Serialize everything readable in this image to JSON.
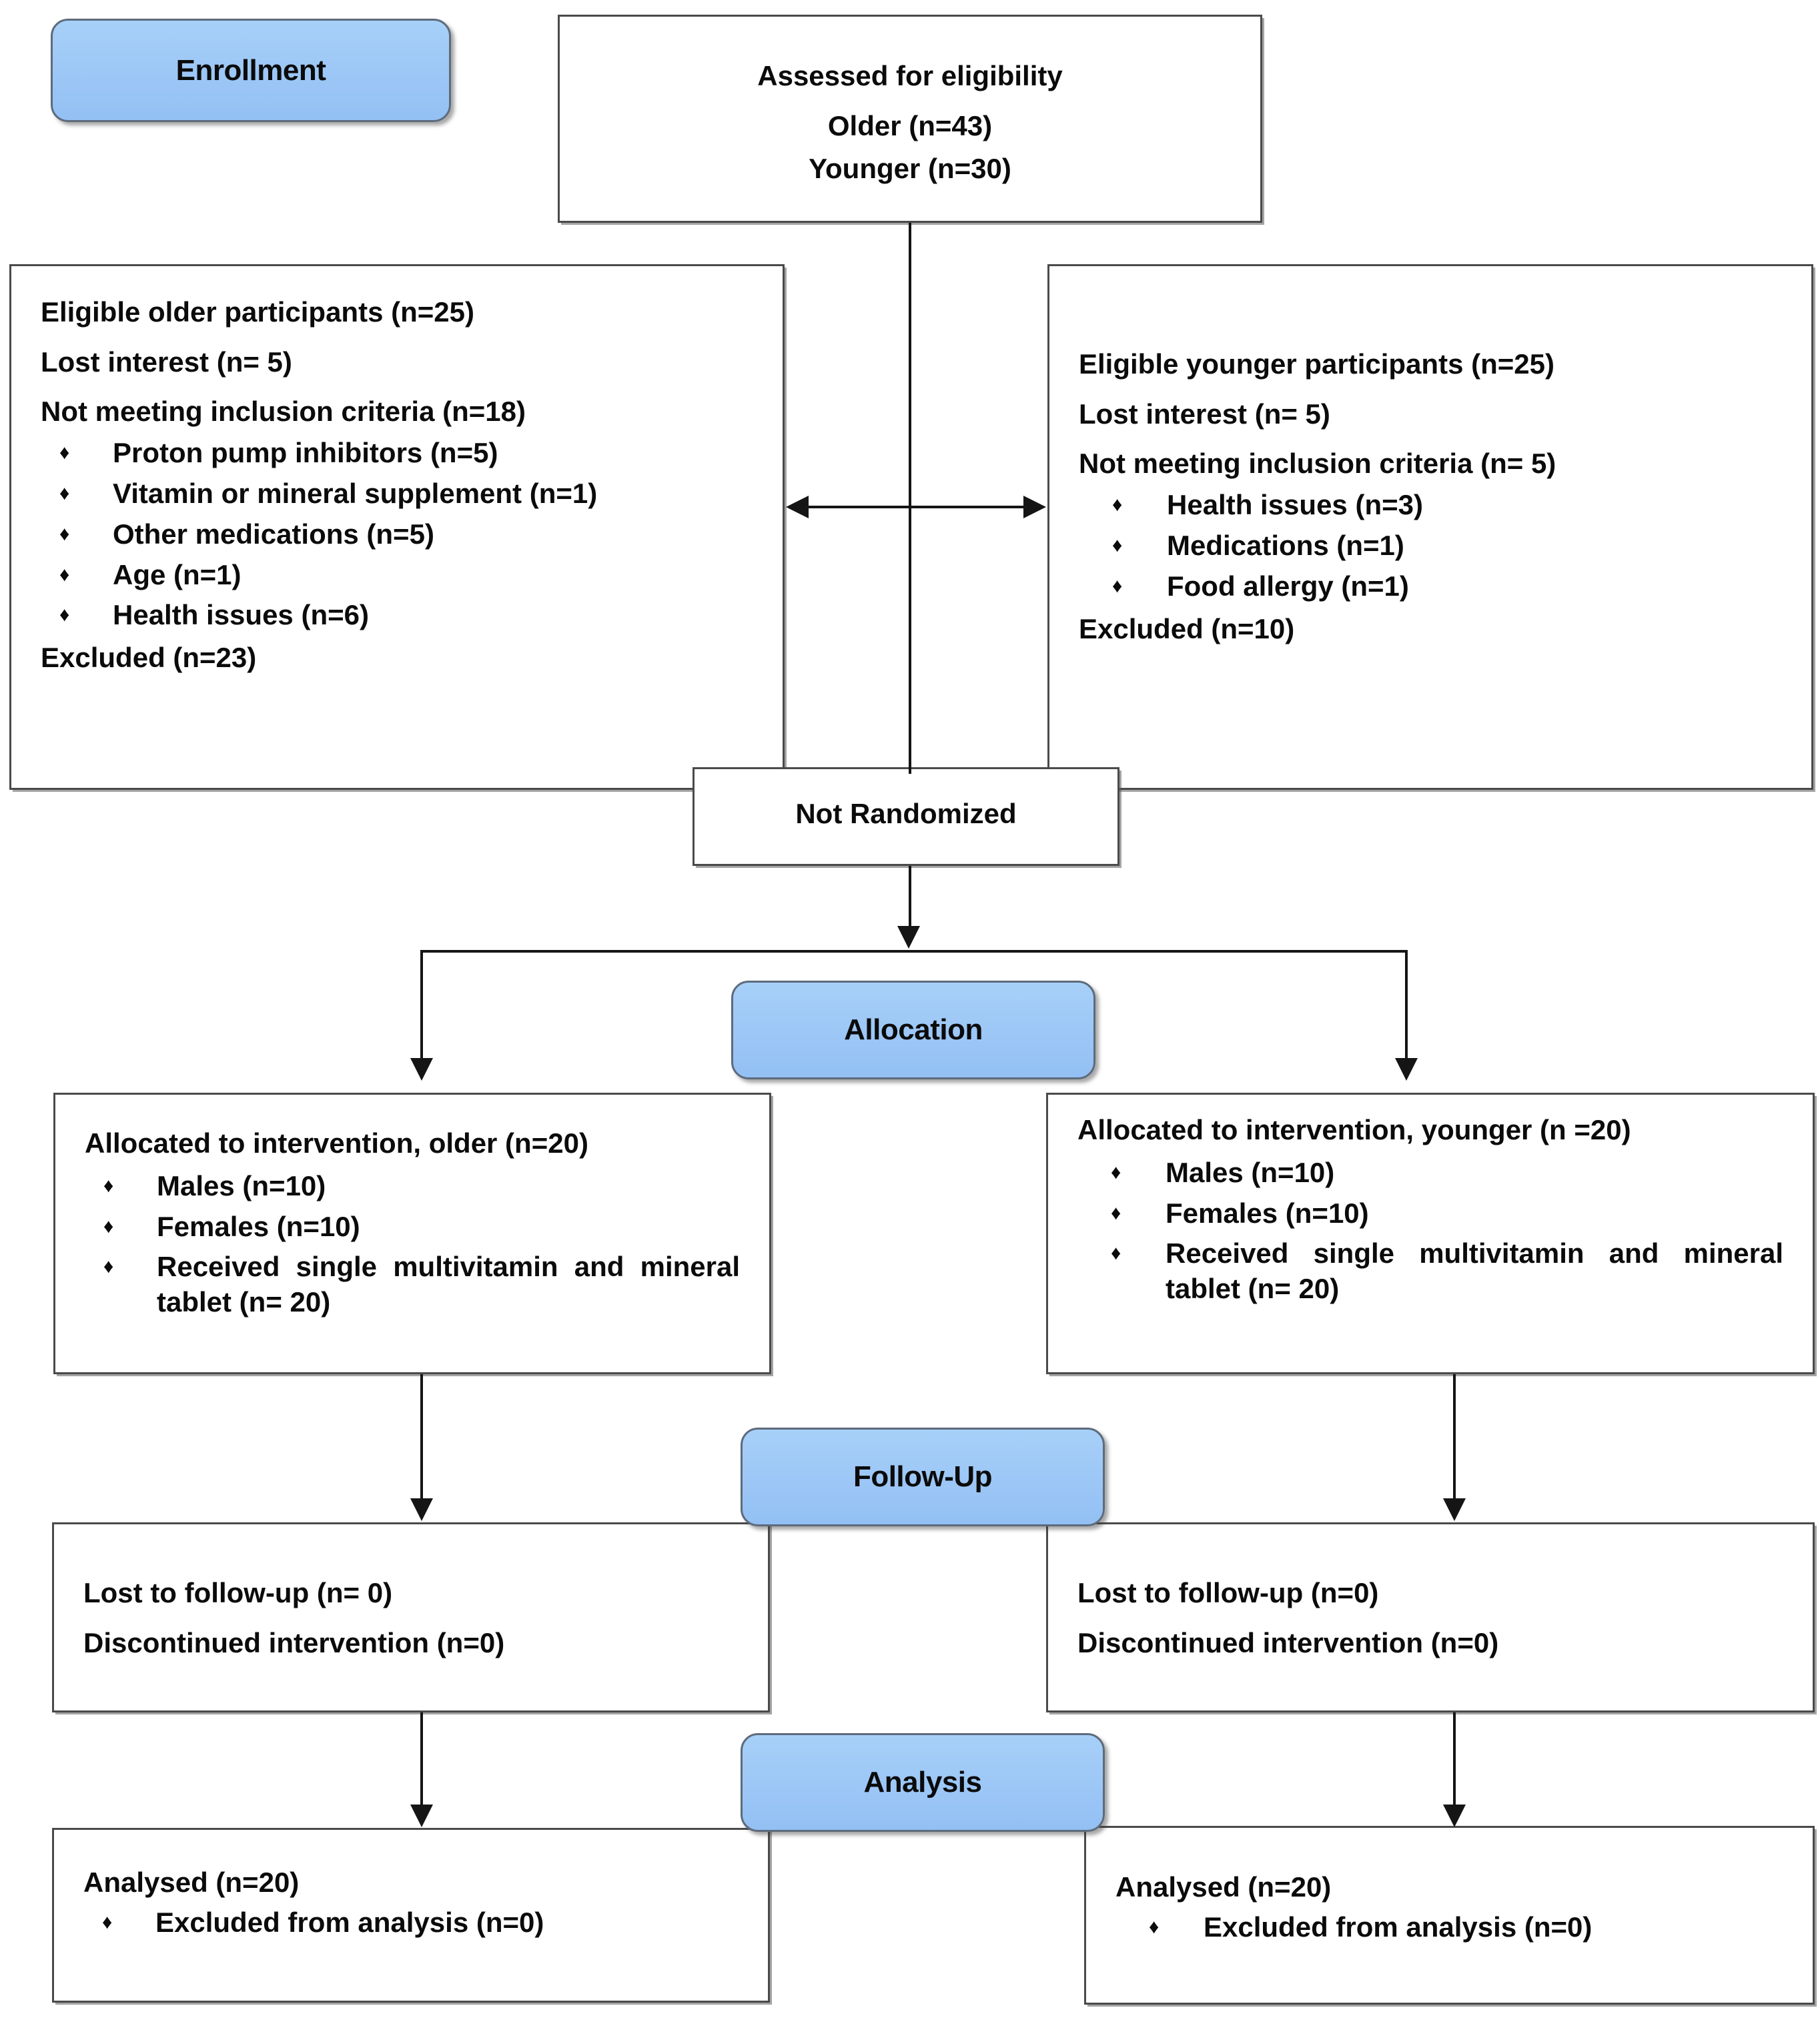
{
  "diagram": {
    "type": "consort-flow-diagram",
    "stage_labels": {
      "enrollment": "Enrollment",
      "allocation": "Allocation",
      "follow_up": "Follow-Up",
      "analysis": "Analysis"
    },
    "assessed": {
      "title": "Assessed for eligibility",
      "older": "Older (n=43)",
      "younger": "Younger (n=30)"
    },
    "excluded_older": {
      "eligible": "Eligible older participants (n=25)",
      "lost_interest": "Lost interest (n= 5)",
      "not_meeting": "Not meeting inclusion criteria (n=18)",
      "reasons": [
        "Proton pump inhibitors (n=5)",
        "Vitamin or mineral supplement (n=1)",
        "Other medications (n=5)",
        "Age (n=1)",
        "Health issues (n=6)"
      ],
      "excluded": "Excluded (n=23)"
    },
    "excluded_younger": {
      "eligible": "Eligible younger participants (n=25)",
      "lost_interest": "Lost interest (n= 5)",
      "not_meeting": "Not meeting inclusion criteria (n= 5)",
      "reasons": [
        "Health issues (n=3)",
        "Medications (n=1)",
        "Food allergy (n=1)"
      ],
      "excluded": "Excluded (n=10)"
    },
    "not_randomized": "Not Randomized",
    "allocation_older": {
      "title": "Allocated to intervention, older (n=20)",
      "items": [
        "Males (n=10)",
        "Females (n=10)",
        "Received single multivitamin and mineral tablet (n= 20)"
      ]
    },
    "allocation_younger": {
      "title": "Allocated to intervention, younger (n =20)",
      "items": [
        "Males (n=10)",
        "Females (n=10)",
        "Received single multivitamin and mineral tablet (n= 20)"
      ]
    },
    "followup_older": {
      "lost": "Lost to follow-up (n= 0)",
      "discontinued": "Discontinued intervention (n=0)"
    },
    "followup_younger": {
      "lost": "Lost to follow-up (n=0)",
      "discontinued": "Discontinued intervention (n=0)"
    },
    "analysis_older": {
      "analysed": "Analysed (n=20)",
      "excluded": "Excluded from analysis (n=0)"
    },
    "analysis_younger": {
      "analysed": "Analysed (n=20)",
      "excluded": "Excluded from analysis (n=0)"
    },
    "colors": {
      "pill_fill": "#9ec8f6",
      "pill_border": "#5d6b7c",
      "box_border": "#4a4a4a",
      "line": "#151515",
      "text": "#0b0b0b",
      "background": "#ffffff"
    }
  }
}
